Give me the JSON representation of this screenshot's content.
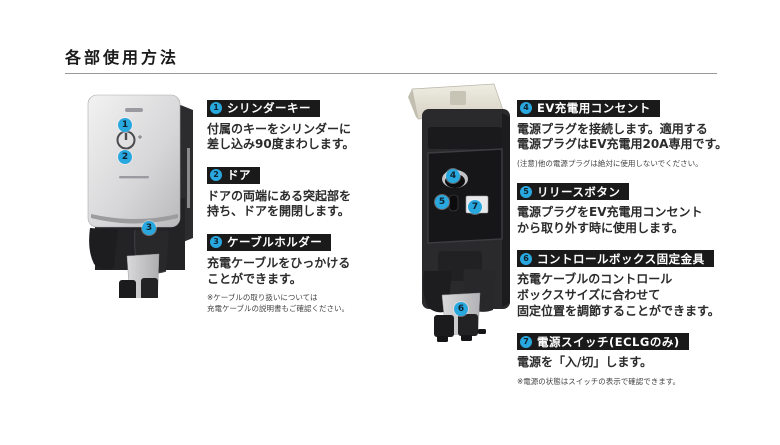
{
  "page": {
    "title": "各部使用方法"
  },
  "colors": {
    "accent_blue": "#29a8df",
    "label_background": "#1a1a1a",
    "label_text": "#ffffff",
    "body_text": "#2b2b2b",
    "rule_gray": "#9a9a9a",
    "background": "#ffffff"
  },
  "figures": {
    "left": {
      "description": "EV charging stand, door closed",
      "markers": [
        "1",
        "2",
        "3"
      ]
    },
    "right": {
      "description": "EV charging stand, door open",
      "markers": [
        "4",
        "5",
        "7",
        "6"
      ]
    }
  },
  "sections_left": [
    {
      "num": "1",
      "title": "シリンダーキー",
      "body": "付属のキーをシリンダーに\n差し込み90度まわします。"
    },
    {
      "num": "2",
      "title": "ドア",
      "body": "ドアの両端にある突起部を\n持ち、ドアを開閉します。"
    },
    {
      "num": "3",
      "title": "ケーブルホルダー",
      "body": "充電ケーブルをひっかける\nことができます。",
      "note": "※ケーブルの取り扱いについては\n充電ケーブルの説明書もご確認ください。"
    }
  ],
  "sections_right": [
    {
      "num": "4",
      "title": "EV充電用コンセント",
      "body": "電源プラグを接続します。適用する\n電源プラグはEV充電用20A専用です。",
      "note": "(注意)他の電源プラグは絶対に使用しないでください。"
    },
    {
      "num": "5",
      "title": "リリースボタン",
      "body": "電源プラグをEV充電用コンセント\nから取り外す時に使用します。"
    },
    {
      "num": "6",
      "title": "コントロールボックス固定金具",
      "body": "充電ケーブルのコントロール\nボックスサイズに合わせて\n固定位置を調節することができます。"
    },
    {
      "num": "7",
      "title": "電源スイッチ(ECLGのみ)",
      "body": "電源を「入/切」します。",
      "note": "※電源の状態はスイッチの表示で確認できます。"
    }
  ]
}
